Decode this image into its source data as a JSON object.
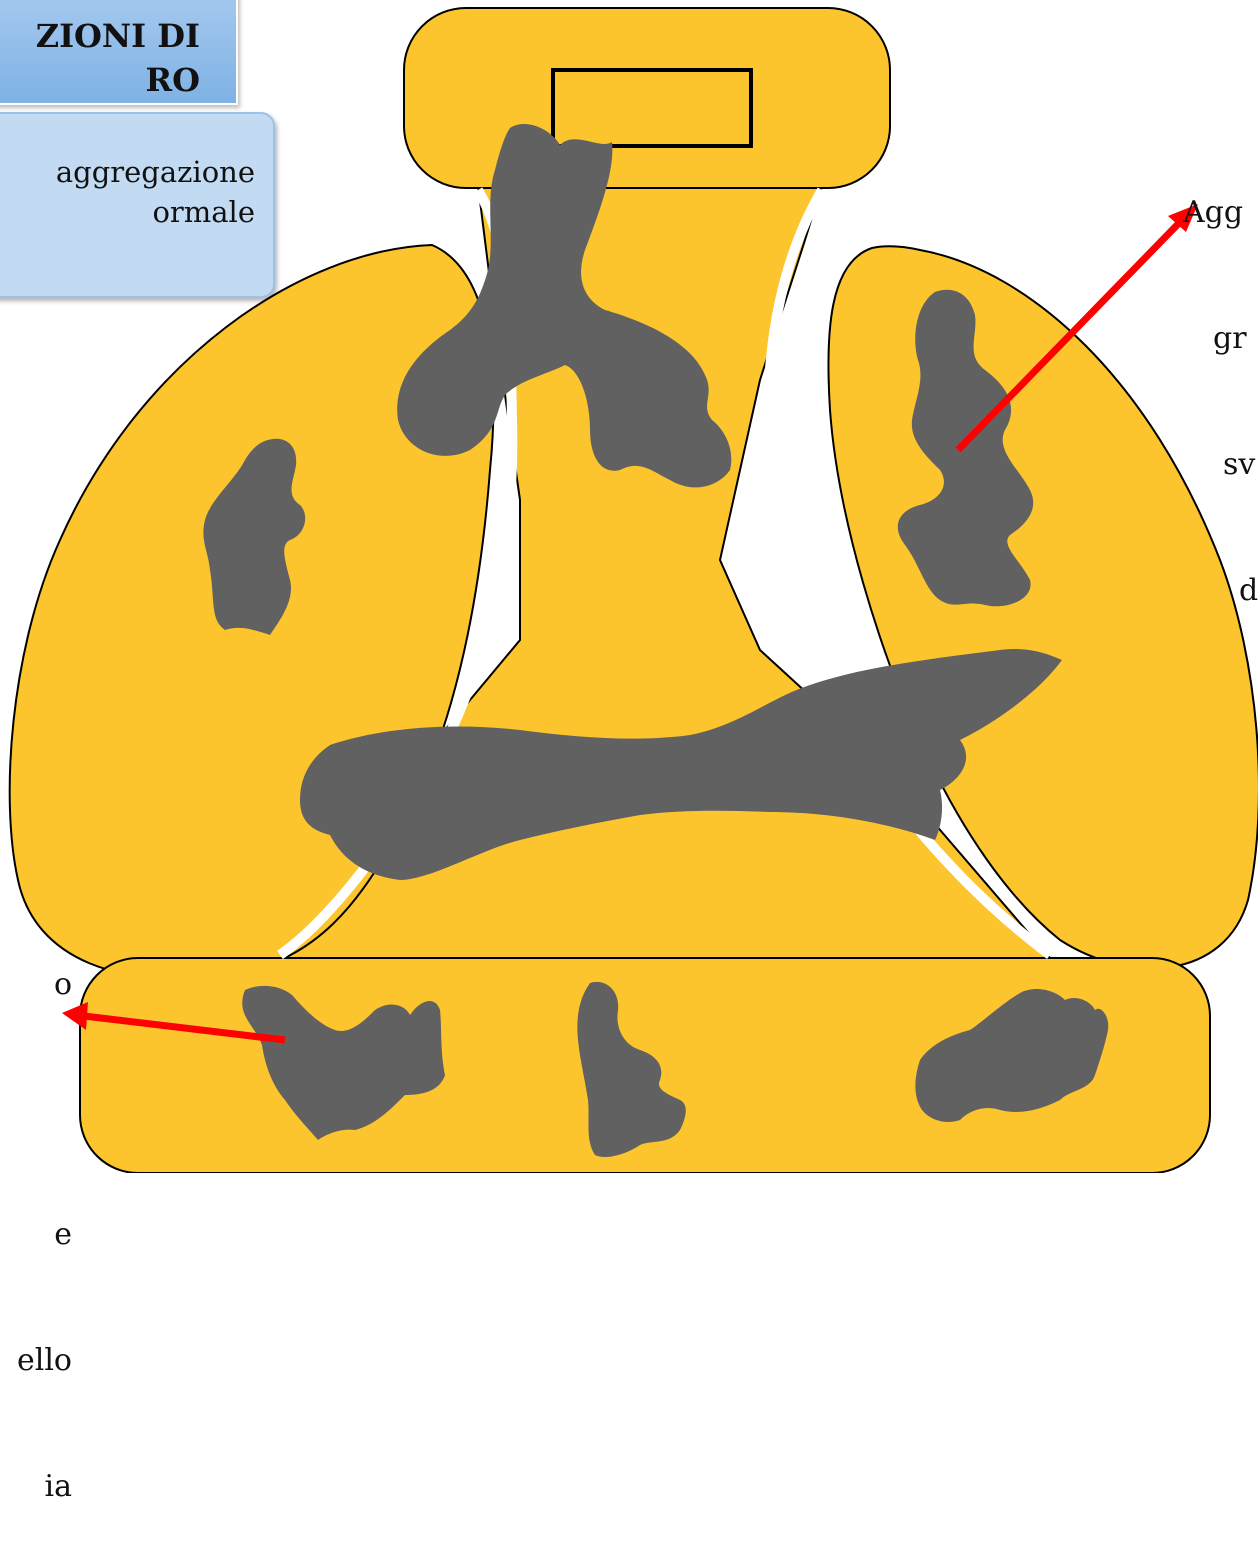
{
  "header": {
    "title_line1": "ZIONI DI",
    "title_line2": "RO"
  },
  "subheader": {
    "line1": "aggregazione",
    "line2": "ormale"
  },
  "notes": {
    "right": [
      "Agg",
      "gr",
      "sv",
      "d"
    ],
    "left": [
      "o",
      "",
      "e",
      "ello",
      "ia"
    ]
  },
  "colors": {
    "fill": "#fcc52e",
    "blob": "#616161",
    "arrow": "#ff0000",
    "outline": "#000000"
  }
}
